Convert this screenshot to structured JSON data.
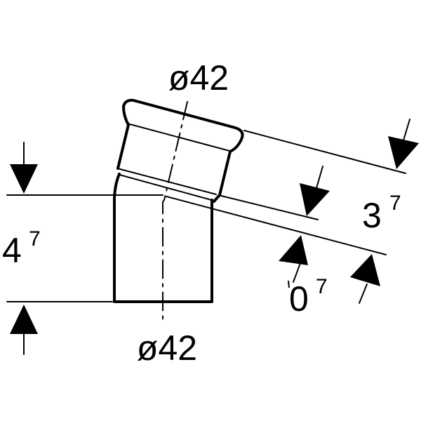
{
  "diameter_top": "ø42",
  "diameter_bottom": "ø42",
  "dim_left": {
    "value": "4",
    "sup": "7"
  },
  "dim_right_outer": {
    "value": "3",
    "sup": "7"
  },
  "dim_right_inner": {
    "value": "0",
    "sup": "7"
  },
  "colors": {
    "line": "#000000",
    "background": "#ffffff"
  }
}
